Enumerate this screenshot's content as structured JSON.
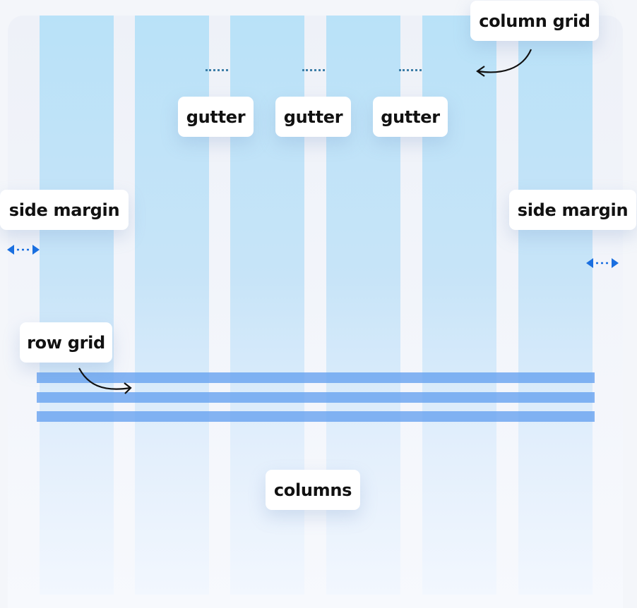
{
  "labels": {
    "column_grid": "column grid",
    "gutters": [
      "gutter",
      "gutter",
      "gutter"
    ],
    "side_margin_left": "side margin",
    "side_margin_right": "side margin",
    "row_grid": "row grid",
    "columns": "columns"
  },
  "structure": {
    "column_count": 6,
    "row_count": 3
  },
  "colors": {
    "column": "#b9e2f8",
    "row": "#64a0f0",
    "arrow": "#1a6fe0",
    "text": "#111111"
  }
}
